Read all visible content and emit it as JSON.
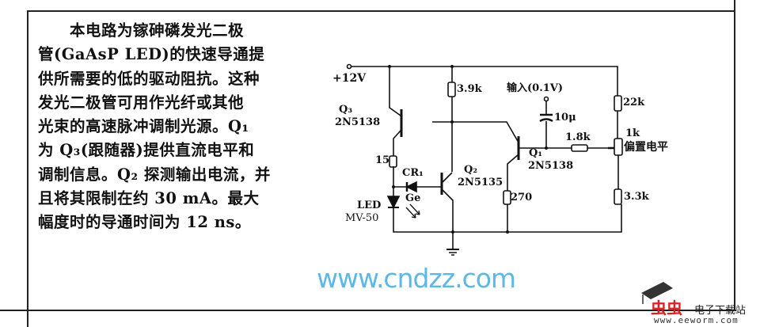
{
  "description": {
    "lines": [
      "　　本电路为镓砷磷发光二极",
      "管(GaAsP LED)的快速导通提",
      "供所需要的低的驱动阻抗。这种",
      "发光二极管可用作光纤或其他",
      "光束的高速脉冲调制光源。Q₁",
      "为 Q₃(跟随器)提供直流电平和",
      "调制信息。Q₂ 探测输出电流，并",
      "且将其限制在约 30 mA。最大",
      "幅度时的导通时间为 12 ns。"
    ]
  },
  "circuit": {
    "supply": "+12V",
    "q3_name": "Q₃",
    "q3_part": "2N5138",
    "r_15": "15",
    "cr1": "CR₁",
    "ge": "Ge",
    "led_name": "LED",
    "led_part": "MV-50",
    "r_39k": "3.9k",
    "q2_name": "Q₂",
    "q2_part": "2N5135",
    "r_270": "270",
    "input": "输入(0.1V)",
    "cap": "10μ",
    "q1_name": "Q₁",
    "q1_part": "2N5138",
    "r_18k": "1.8k",
    "r_22k": "22k",
    "pot": "1k",
    "bias": "偏置电平",
    "r_33k": "3.3k"
  },
  "watermark": "www.cndzz.com",
  "logo": {
    "brand": "虫虫",
    "name": "电子下载站",
    "url": "www.eeworm.com"
  }
}
